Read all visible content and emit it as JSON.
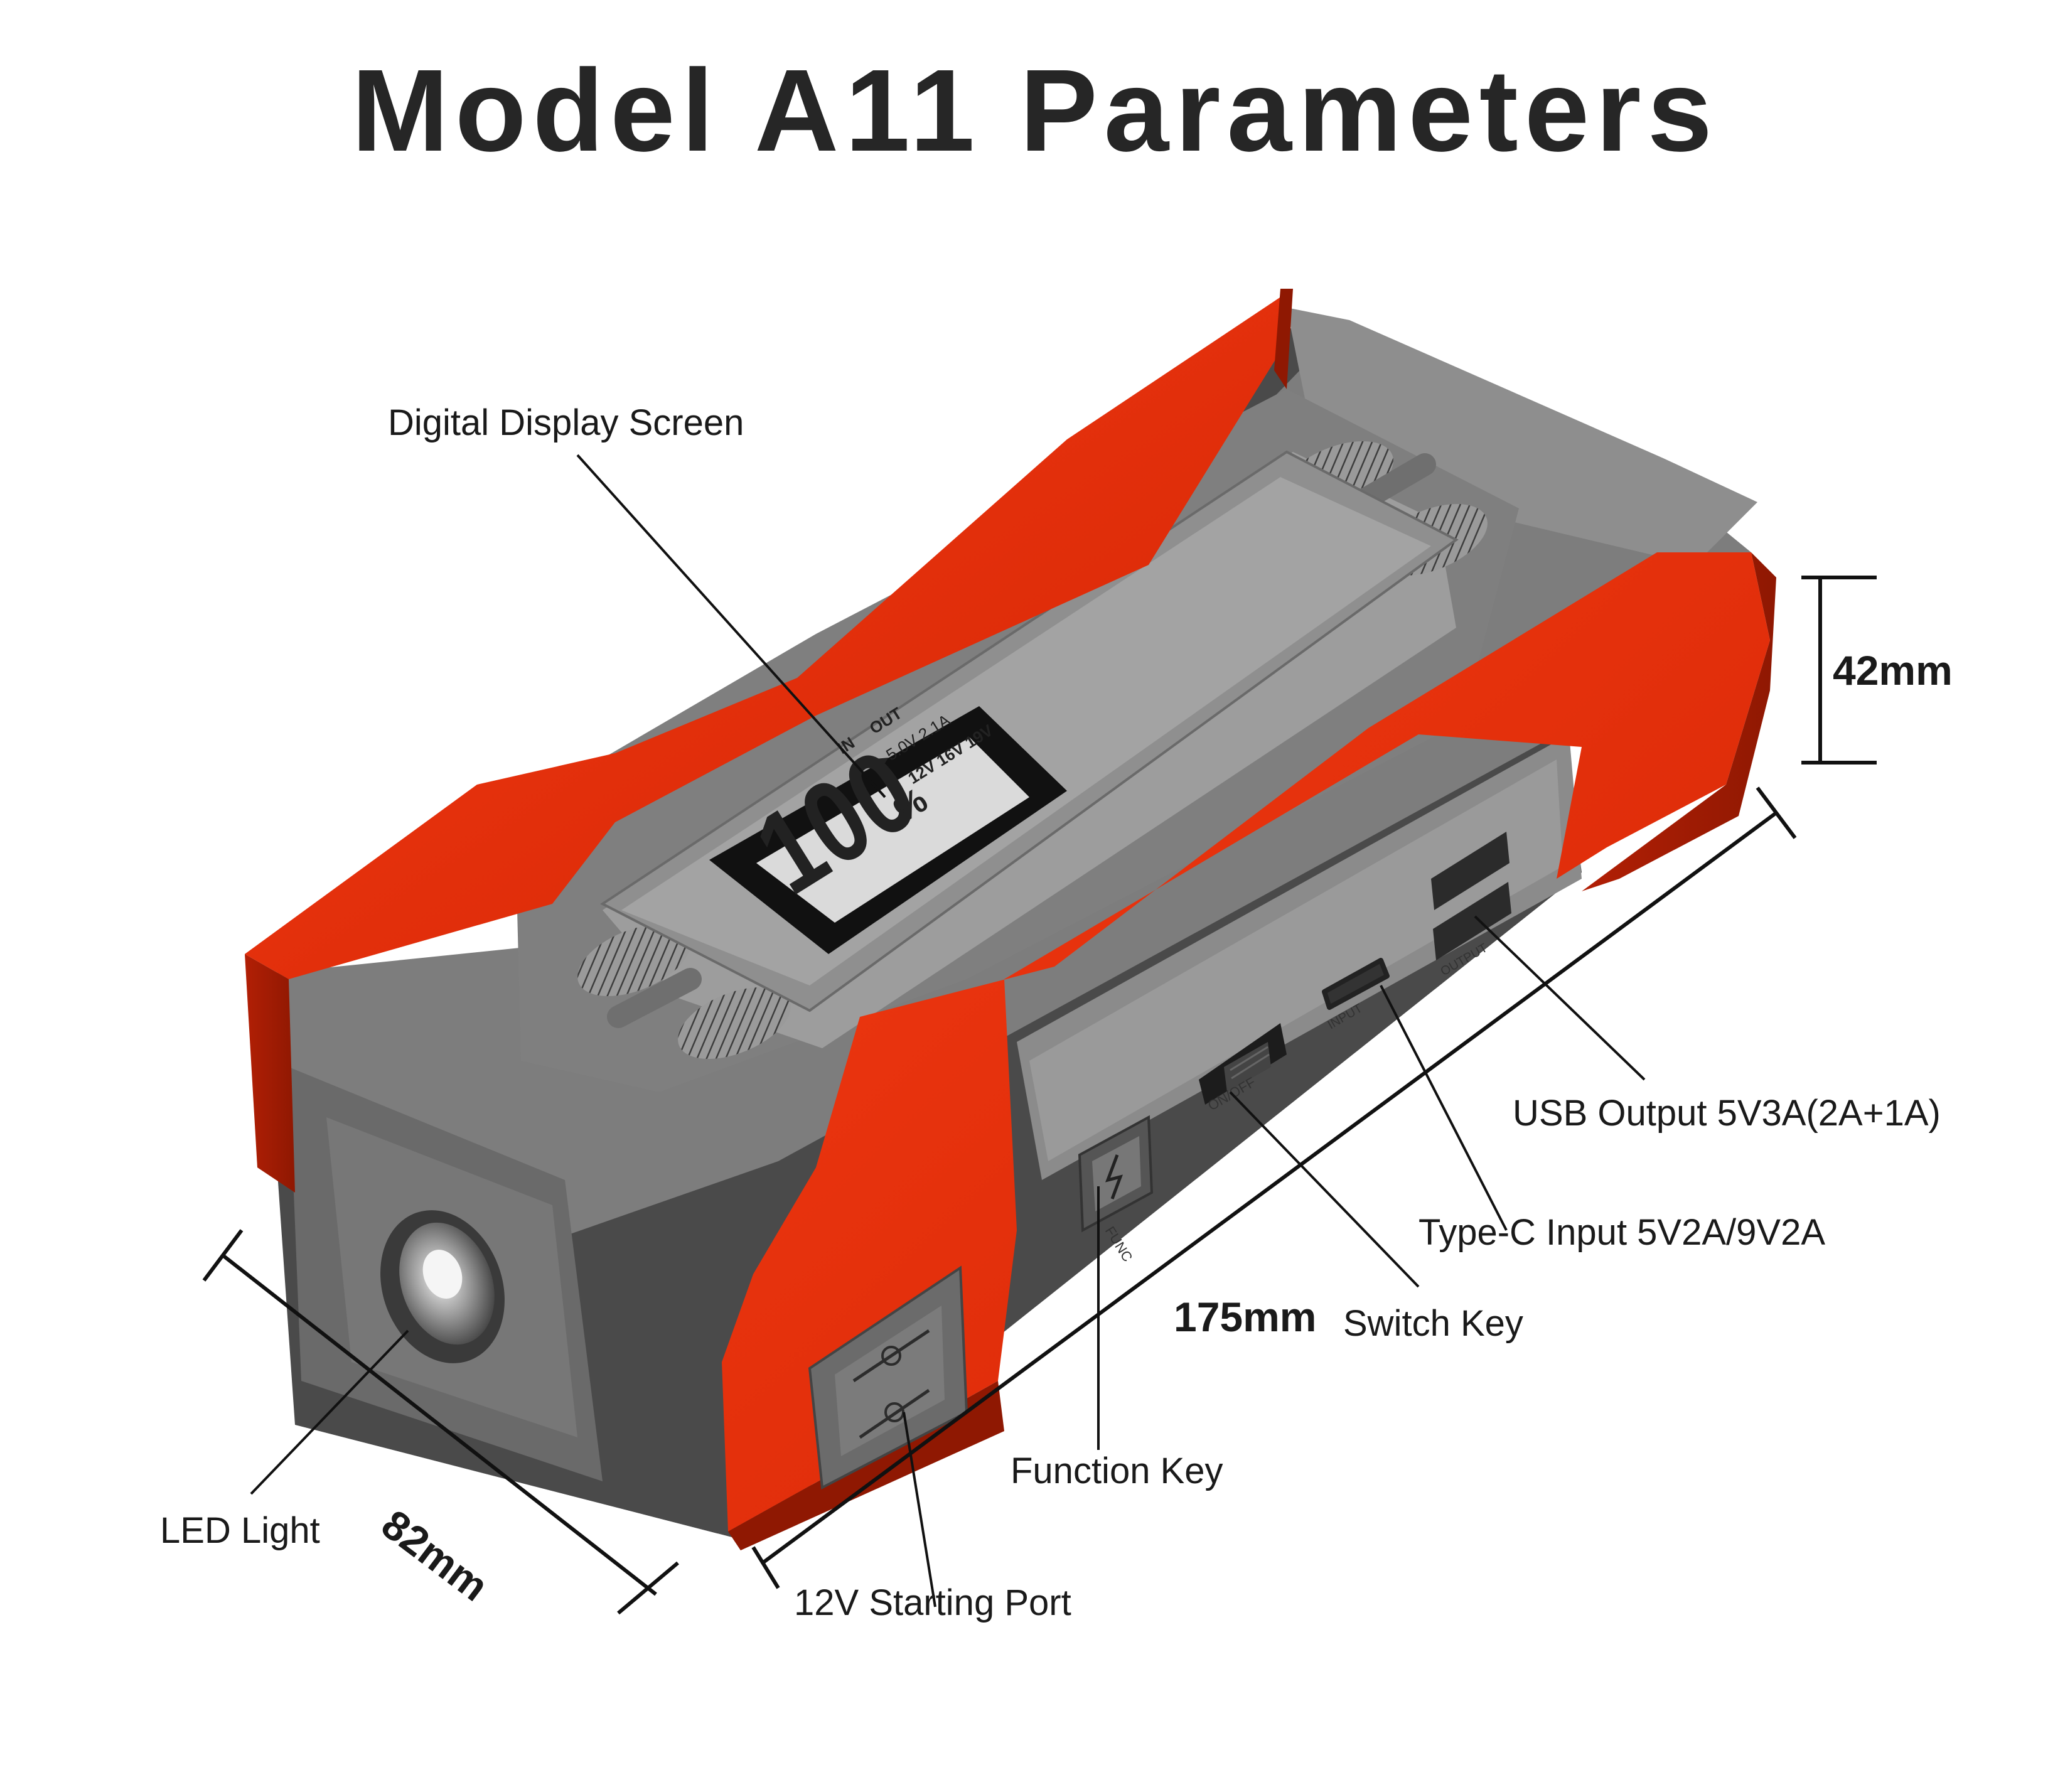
{
  "title": "Model A11 Parameters",
  "callouts": {
    "display": "Digital Display Screen",
    "usb_output": "USB Output 5V3A(2A+1A)",
    "type_c": "Type-C Input 5V2A/9V2A",
    "switch_key": "Switch Key",
    "function_key": "Function Key",
    "led_light": "LED Light",
    "starting_port": "12V Starting Port"
  },
  "dimensions": {
    "height": "42mm",
    "length": "175mm",
    "width": "82mm"
  },
  "screen": {
    "reading": "100",
    "percent": "%",
    "in": "IN",
    "out": "OUT",
    "usb": "▶5.0V  2.1A",
    "dc": "12V 16V 19V"
  },
  "port_labels": {
    "output": "OUTPUT",
    "input": "INPUT",
    "onoff": "ON/OFF",
    "func": "FUNC"
  },
  "colors": {
    "shell_red": "#e22a0a",
    "shell_red_dark": "#a91d05",
    "body_gray": "#8a8a8a",
    "body_dark": "#5f5f5f",
    "panel_gray": "#9c9c9c",
    "lcd_bg": "#d9d9d9"
  }
}
